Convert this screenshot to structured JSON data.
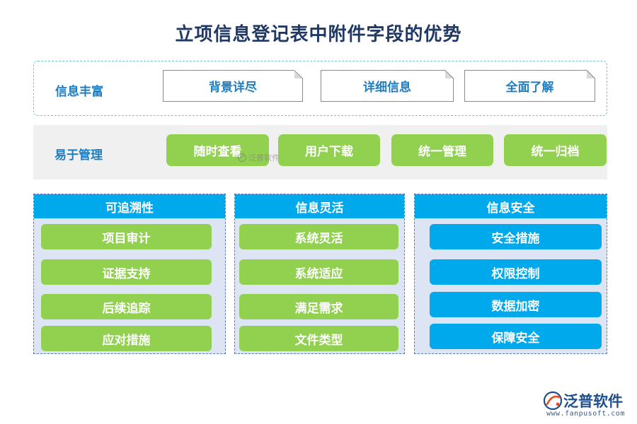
{
  "title": "立项信息登记表中附件字段的优势",
  "row1": {
    "label": "信息丰富",
    "items": [
      "背景详尽",
      "详细信息",
      "全面了解"
    ]
  },
  "row2": {
    "label": "易于管理",
    "items": [
      "随时查看",
      "用户下载",
      "统一管理",
      "统一归档"
    ]
  },
  "columns": [
    {
      "header": "可追溯性",
      "items": [
        "项目审计",
        "证据支持",
        "后续追踪",
        "应对措施"
      ]
    },
    {
      "header": "信息灵活",
      "items": [
        "系统灵活",
        "系统适应",
        "满足需求",
        "文件类型"
      ]
    },
    {
      "header": "信息安全",
      "items": [
        "安全措施",
        "权限控制",
        "数据加密",
        "保障安全"
      ]
    }
  ],
  "watermark": "泛普软件",
  "logo": {
    "name": "泛普软件",
    "url": "www.fanpusoft.com"
  },
  "colors": {
    "title": "#1f3864",
    "accent_blue": "#00a8ec",
    "label_blue": "#1f7ec1",
    "green": "#92d050",
    "column_bg": "#dde4f3",
    "row2_bg": "#f0f0f0"
  }
}
